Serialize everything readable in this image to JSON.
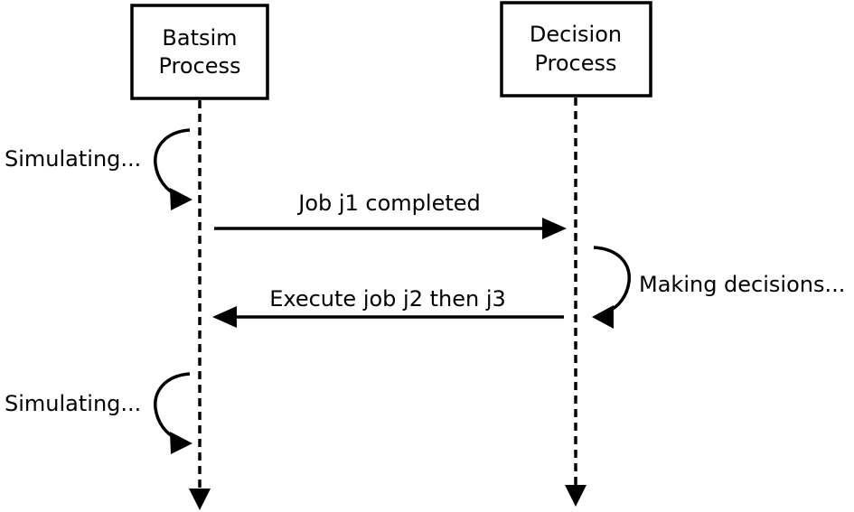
{
  "participants": {
    "batsim": {
      "line1": "Batsim",
      "line2": "Process"
    },
    "decision": {
      "line1": "Decision",
      "line2": "Process"
    }
  },
  "messages": {
    "job_completed": "Job j1 completed",
    "execute_jobs": "Execute job j2 then j3"
  },
  "self_activities": {
    "simulating_1": "Simulating...",
    "making_decisions": "Making decisions...",
    "simulating_2": "Simulating..."
  },
  "colors": {
    "stroke": "#000000",
    "background": "#ffffff"
  }
}
